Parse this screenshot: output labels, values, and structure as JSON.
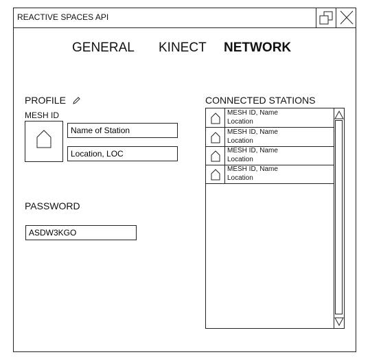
{
  "window": {
    "title": "REACTIVE SPACES API",
    "icons": [
      "restore-icon",
      "close-icon"
    ]
  },
  "tabs": [
    {
      "label": "GENERAL",
      "active": false
    },
    {
      "label": "KINECT",
      "active": false
    },
    {
      "label": "NETWORK",
      "active": true
    }
  ],
  "profile": {
    "heading": "PROFILE",
    "mesh_id_label": "MESH ID",
    "station_name": "Name of Station",
    "location": "Location, LOC"
  },
  "password": {
    "heading": "PASSWORD",
    "value": "ASDW3KGO"
  },
  "connected": {
    "heading": "CONNECTED STATIONS",
    "items": [
      {
        "line1": "MESH ID, Name",
        "line2": "Location"
      },
      {
        "line1": "MESH ID, Name",
        "line2": "Location"
      },
      {
        "line1": "MESH ID, Name",
        "line2": "Location"
      },
      {
        "line1": "MESH ID, Name",
        "line2": "Location"
      }
    ]
  }
}
